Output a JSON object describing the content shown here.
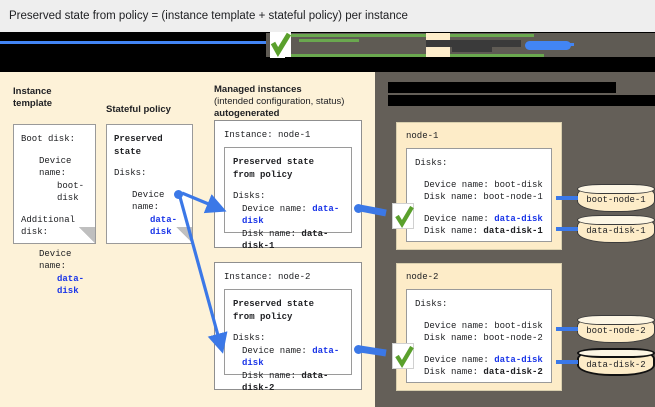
{
  "title": "Preserved state from policy = (instance template + stateful policy) per instance",
  "colors": {
    "accent_blue": "#1a35e8",
    "connector_blue": "#3b78e7",
    "check_green": "#5aa02c",
    "canvas_cream": "#fdf2d8",
    "card_cream": "#fdecc8",
    "shade_gray": "#645f58",
    "title_bar": "#eeeeee"
  },
  "columns": {
    "instance_template": {
      "heading": "Instance\ntemplate",
      "card": {
        "boot_disk_label": "Boot disk:",
        "boot_device_name_label": "Device name:",
        "boot_device_name_value": "boot-disk",
        "additional_disk_label": "Additional\ndisk:",
        "add_device_name_label": "Device name:",
        "add_device_name_value": "data-disk"
      }
    },
    "stateful_policy": {
      "heading": "Stateful policy",
      "card": {
        "preserved_state_label": "Preserved\nstate",
        "disks_label": "Disks:",
        "device_name_label": "Device name:",
        "device_name_value": "data-disk"
      }
    },
    "managed_instances": {
      "heading_line1": "Managed instances",
      "heading_line2": "(intended configuration, status)",
      "heading_line3": "autogenerated",
      "instances": [
        {
          "instance_label": "Instance: node-1",
          "preserved_state_title": "Preserved state\nfrom policy",
          "disks_label": "Disks:",
          "device_name_label": "Device name:",
          "device_name_value": "data-disk",
          "disk_name_label": "Disk name:",
          "disk_name_value": "data-disk-1"
        },
        {
          "instance_label": "Instance: node-2",
          "preserved_state_title": "Preserved state\nfrom policy",
          "disks_label": "Disks:",
          "device_name_label": "Device name:",
          "device_name_value": "data-disk",
          "disk_name_label": "Disk name:",
          "disk_name_value": "data-disk-2"
        }
      ]
    },
    "running_instances": {
      "heading_redacted_line1": "",
      "heading_redacted_line2": "",
      "nodes": [
        {
          "name": "node-1",
          "disks_label": "Disks:",
          "boot": {
            "device_name_label": "Device name:",
            "device_name_value": "boot-disk",
            "disk_name_label": "Disk name:",
            "disk_name_value": "boot-node-1"
          },
          "data": {
            "device_name_label": "Device name:",
            "device_name_value": "data-disk",
            "disk_name_label": "Disk name:",
            "disk_name_value": "data-disk-1"
          },
          "status_icon": "green-check-icon"
        },
        {
          "name": "node-2",
          "disks_label": "Disks:",
          "boot": {
            "device_name_label": "Device name:",
            "device_name_value": "boot-disk",
            "disk_name_label": "Disk name:",
            "disk_name_value": "boot-node-2"
          },
          "data": {
            "device_name_label": "Device name:",
            "device_name_value": "data-disk",
            "disk_name_label": "Disk name:",
            "disk_name_value": "data-disk-2"
          },
          "status_icon": "green-check-icon"
        }
      ]
    },
    "disks": [
      {
        "label": "boot-node-1",
        "emphasis": false
      },
      {
        "label": "data-disk-1",
        "emphasis": false
      },
      {
        "label": "boot-node-2",
        "emphasis": false
      },
      {
        "label": "data-disk-2",
        "emphasis": true
      }
    ]
  }
}
